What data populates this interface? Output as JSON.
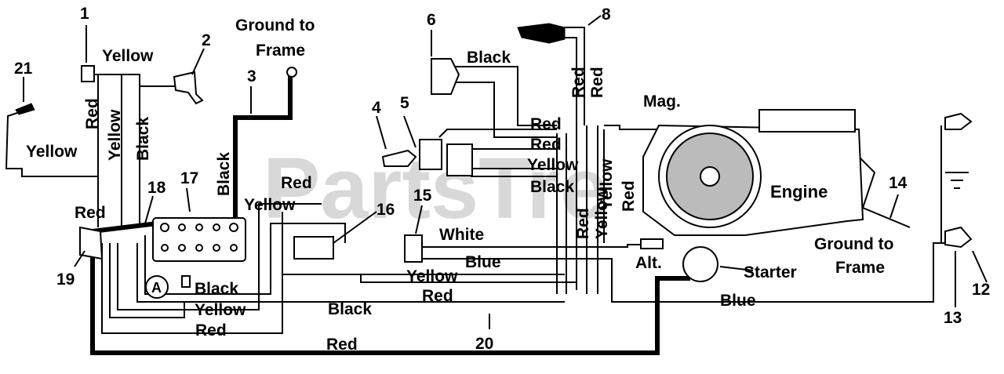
{
  "watermark": "PartsTre",
  "labels": {
    "ground_to": "Ground to",
    "frame": "Frame",
    "yellow": "Yellow",
    "red": "Red",
    "black": "Black",
    "white": "White",
    "blue": "Blue",
    "mag": "Mag.",
    "engine": "Engine",
    "alt": "Alt.",
    "starter": "Starter",
    "callout_a": "A"
  },
  "callouts": [
    "1",
    "2",
    "3",
    "4",
    "5",
    "6",
    "8",
    "12",
    "13",
    "14",
    "15",
    "16",
    "17",
    "18",
    "19",
    "20",
    "21"
  ]
}
